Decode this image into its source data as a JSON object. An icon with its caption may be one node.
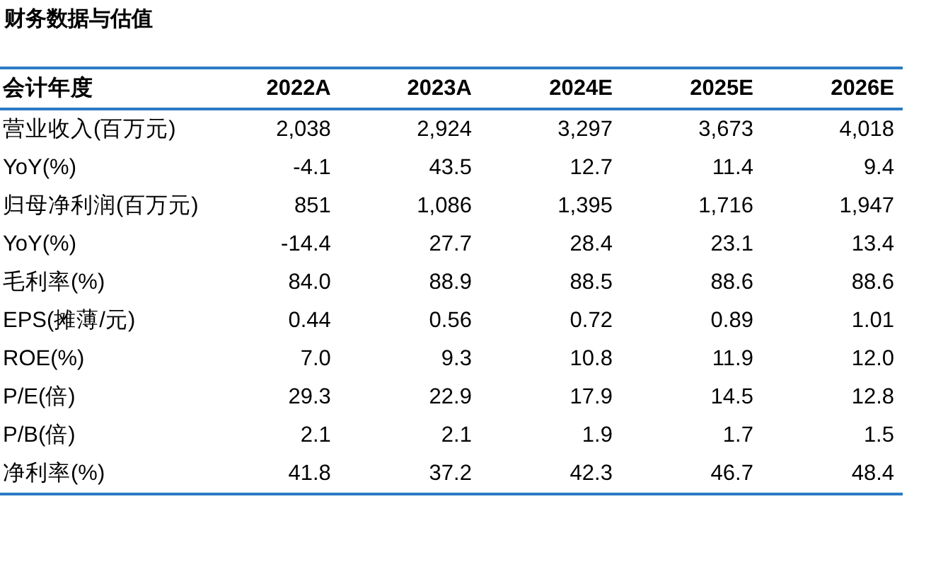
{
  "diagram": {
    "title": "财务数据与估值",
    "labels": [
      "会计年度",
      "2022A",
      "2023A",
      "2024E",
      "2025E",
      "2026E",
      "营业收入(百万元)",
      "2,038",
      "2,924",
      "3,297",
      "3,673",
      "4,018",
      "YoY(%)",
      "-4.1",
      "43.5",
      "12.7",
      "11.4",
      "9.4",
      "归母净利润(百万元)",
      "851",
      "1,086",
      "1,395",
      "1,716",
      "1,947",
      "YoY(%)",
      "-14.4",
      "27.7",
      "28.4",
      "23.1",
      "13.4",
      "毛利率(%)",
      "84.0",
      "88.9",
      "88.5",
      "88.6",
      "88.6",
      "EPS(摊薄/元)",
      "0.44",
      "0.56",
      "0.72",
      "0.89",
      "1.01",
      "ROE(%)",
      "7.0",
      "9.3",
      "10.8",
      "11.9",
      "12.0",
      "P/E(倍)",
      "29.3",
      "22.9",
      "17.9",
      "14.5",
      "12.8",
      "P/B(倍)",
      "2.1",
      "2.1",
      "1.9",
      "1.7",
      "1.5",
      "净利率(%)",
      "41.8",
      "37.2",
      "42.3",
      "46.7",
      "48.4"
    ]
  }
}
